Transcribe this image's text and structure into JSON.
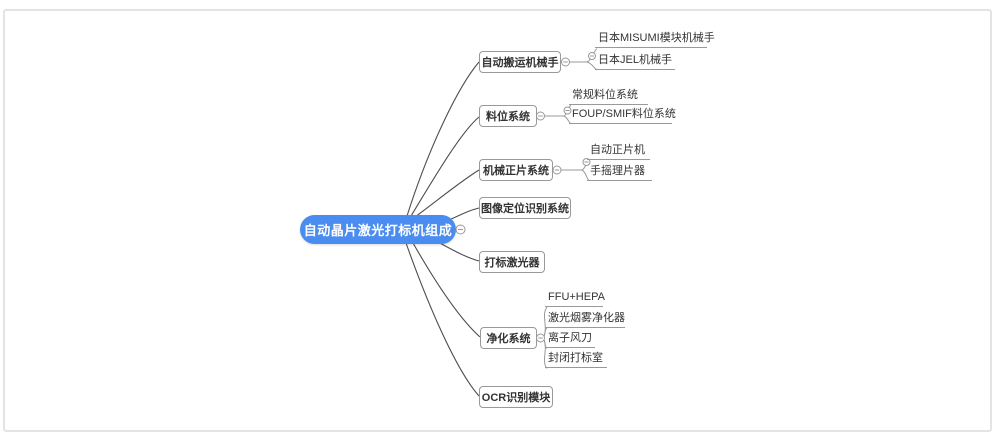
{
  "canvas": {
    "background": "#ffffff",
    "frame_border_color": "#e4e4e4",
    "edge_color_primary": "#4d4d4d",
    "edge_color_secondary": "#999999"
  },
  "root": {
    "label": "自动晶片激光打标机组成",
    "fill_color": "#4a8cf0",
    "text_color": "#ffffff"
  },
  "icons": {
    "collapse_symbol": "−",
    "collapse_name": "collapse-toggle"
  },
  "branches": [
    {
      "label": "自动搬运机械手",
      "children": [
        "日本MISUMI模块机械手",
        "日本JEL机械手"
      ]
    },
    {
      "label": "料位系统",
      "children": [
        "常规料位系统",
        "FOUP/SMIF料位系统"
      ]
    },
    {
      "label": "机械正片系统",
      "children": [
        "自动正片机",
        "手摇理片器"
      ]
    },
    {
      "label": "图像定位识别系统",
      "children": []
    },
    {
      "label": "打标激光器",
      "children": []
    },
    {
      "label": "净化系统",
      "children": [
        "FFU+HEPA",
        "激光烟雾净化器",
        "离子风刀",
        "封闭打标室"
      ]
    },
    {
      "label": "OCR识别模块",
      "children": []
    }
  ]
}
